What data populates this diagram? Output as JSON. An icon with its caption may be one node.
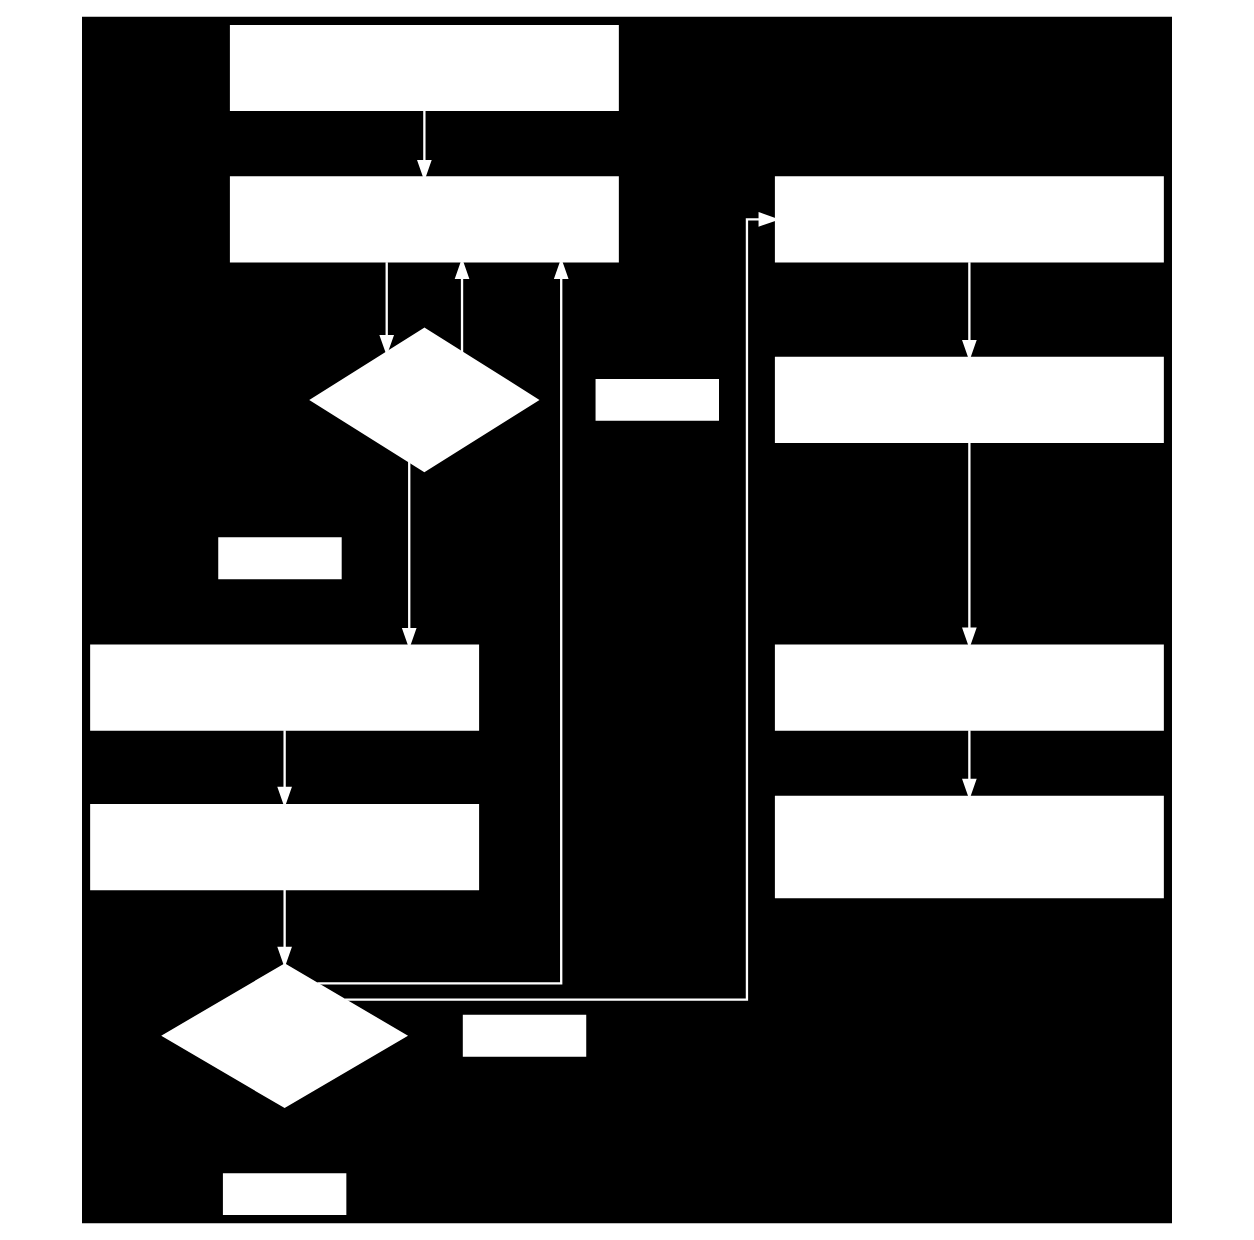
{
  "diagram": {
    "nodes": [
      {
        "text": [],
        "shape": "box"
      },
      {
        "text": [],
        "shape": "box"
      },
      {
        "text": [],
        "shape": "diamond"
      },
      {
        "text": [],
        "shape": "box"
      },
      {
        "text": [],
        "shape": "box"
      },
      {
        "text": [],
        "shape": "box"
      },
      {
        "text": [],
        "shape": "box"
      },
      {
        "text": [],
        "shape": "diamond"
      },
      {
        "text": [],
        "shape": "box"
      },
      {
        "text": [],
        "shape": "box"
      },
      {
        "text": [],
        "shape": "box"
      },
      {
        "text": [],
        "shape": "box"
      },
      {
        "text": [],
        "shape": "box"
      },
      {
        "text": [],
        "shape": "box"
      }
    ],
    "edges": [
      {
        "from": 0,
        "to": 1,
        "arrow": "to"
      },
      {
        "from": 1,
        "to": 2,
        "arrow": "to"
      },
      {
        "from": 2,
        "to": 1,
        "arrow": "to"
      },
      {
        "from": 2,
        "to": 5,
        "arrow": "to"
      },
      {
        "from": 5,
        "to": 6,
        "arrow": "to"
      },
      {
        "from": 6,
        "to": 7,
        "arrow": "to"
      },
      {
        "from": 7,
        "to": 1,
        "arrow": "to"
      },
      {
        "from": 7,
        "to": 10,
        "arrow": "to"
      },
      {
        "from": 10,
        "to": 11,
        "arrow": "to"
      },
      {
        "from": 11,
        "to": 12,
        "arrow": "to"
      },
      {
        "from": 12,
        "to": 13,
        "arrow": "to"
      }
    ]
  }
}
